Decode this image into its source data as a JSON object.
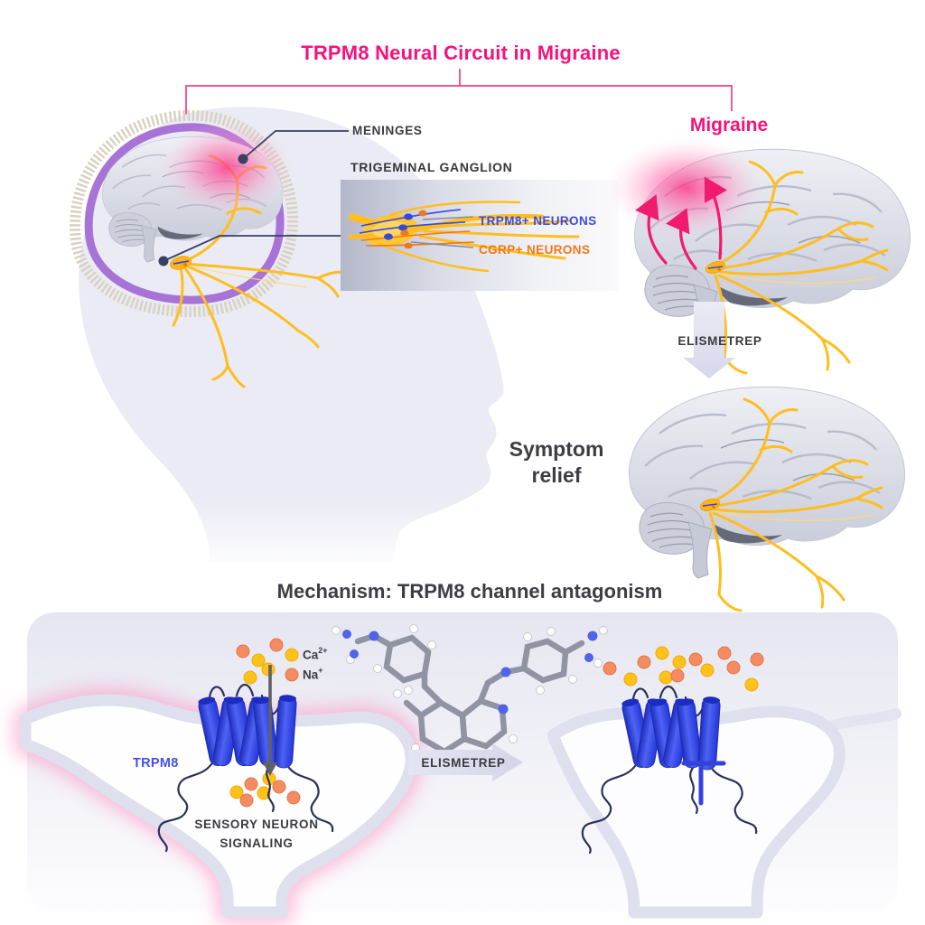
{
  "title": {
    "text": "TRPM8 Neural Circuit in Migraine",
    "color": "#F5127C"
  },
  "head_panel": {
    "meninges_label": "MENINGES",
    "ganglion_inset": {
      "heading": "TRIGEMINAL GANGLION",
      "labels": [
        {
          "text": "TRPM8+ NEURONS",
          "color": "#3B4BE0"
        },
        {
          "text": "CGRP+ NEURONS",
          "color": "#F07818"
        }
      ]
    }
  },
  "migraine_panel": {
    "label": "Migraine",
    "arrow_label": "ELISMETREP",
    "relief_line1": "Symptom",
    "relief_line2": "relief"
  },
  "mechanism_panel": {
    "heading": "Mechanism: TRPM8 channel antagonism",
    "legend": {
      "ca_base": "Ca",
      "ca_sup": "2+",
      "na_base": "Na",
      "na_sup": "+"
    },
    "channel_label": "TRPM8",
    "signaling_line1": "SENSORY NEURON",
    "signaling_line2": "SIGNALING",
    "arrow_label": "ELISMETREP"
  },
  "colors": {
    "accent_pink": "#F5127C",
    "bracket_pink": "#F43E8C",
    "neuron_blue": "#3B4BE0",
    "neuron_orange": "#F07818",
    "channel_blue": "#2E3EDC",
    "ion_calcium_yellow": "#FFC21A",
    "ion_sodium_salmon": "#F48B63",
    "nerve_yellow": "#FFBE1E",
    "meninges_purple": "#A873D6",
    "label_dark": "#3B3B40",
    "panel_lavender": "#E6E6F1"
  }
}
